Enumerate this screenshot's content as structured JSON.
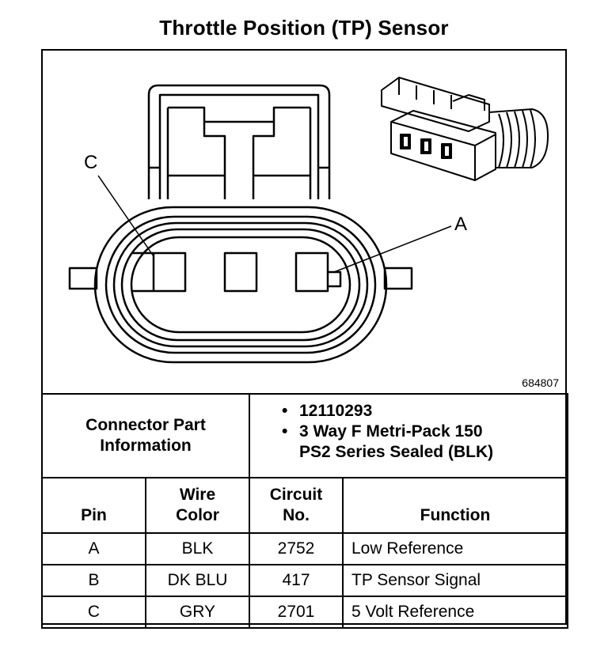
{
  "title": "Throttle Position (TP) Sensor",
  "figure_number": "684807",
  "callouts": {
    "a": "A",
    "c": "C"
  },
  "connector_info": {
    "label_line1": "Connector Part",
    "label_line2": "Information",
    "items": [
      "12110293",
      "3 Way F Metri-Pack 150",
      "PS2 Series Sealed (BLK)"
    ]
  },
  "headers": {
    "pin": "Pin",
    "wire_color_1": "Wire",
    "wire_color_2": "Color",
    "circuit_1": "Circuit",
    "circuit_2": "No.",
    "function": "Function"
  },
  "rows": [
    {
      "pin": "A",
      "wire": "BLK",
      "circuit": "2752",
      "function": "Low Reference"
    },
    {
      "pin": "B",
      "wire": "DK BLU",
      "circuit": "417",
      "function": "TP Sensor Signal"
    },
    {
      "pin": "C",
      "wire": "GRY",
      "circuit": "2701",
      "function": "5 Volt Reference"
    }
  ]
}
